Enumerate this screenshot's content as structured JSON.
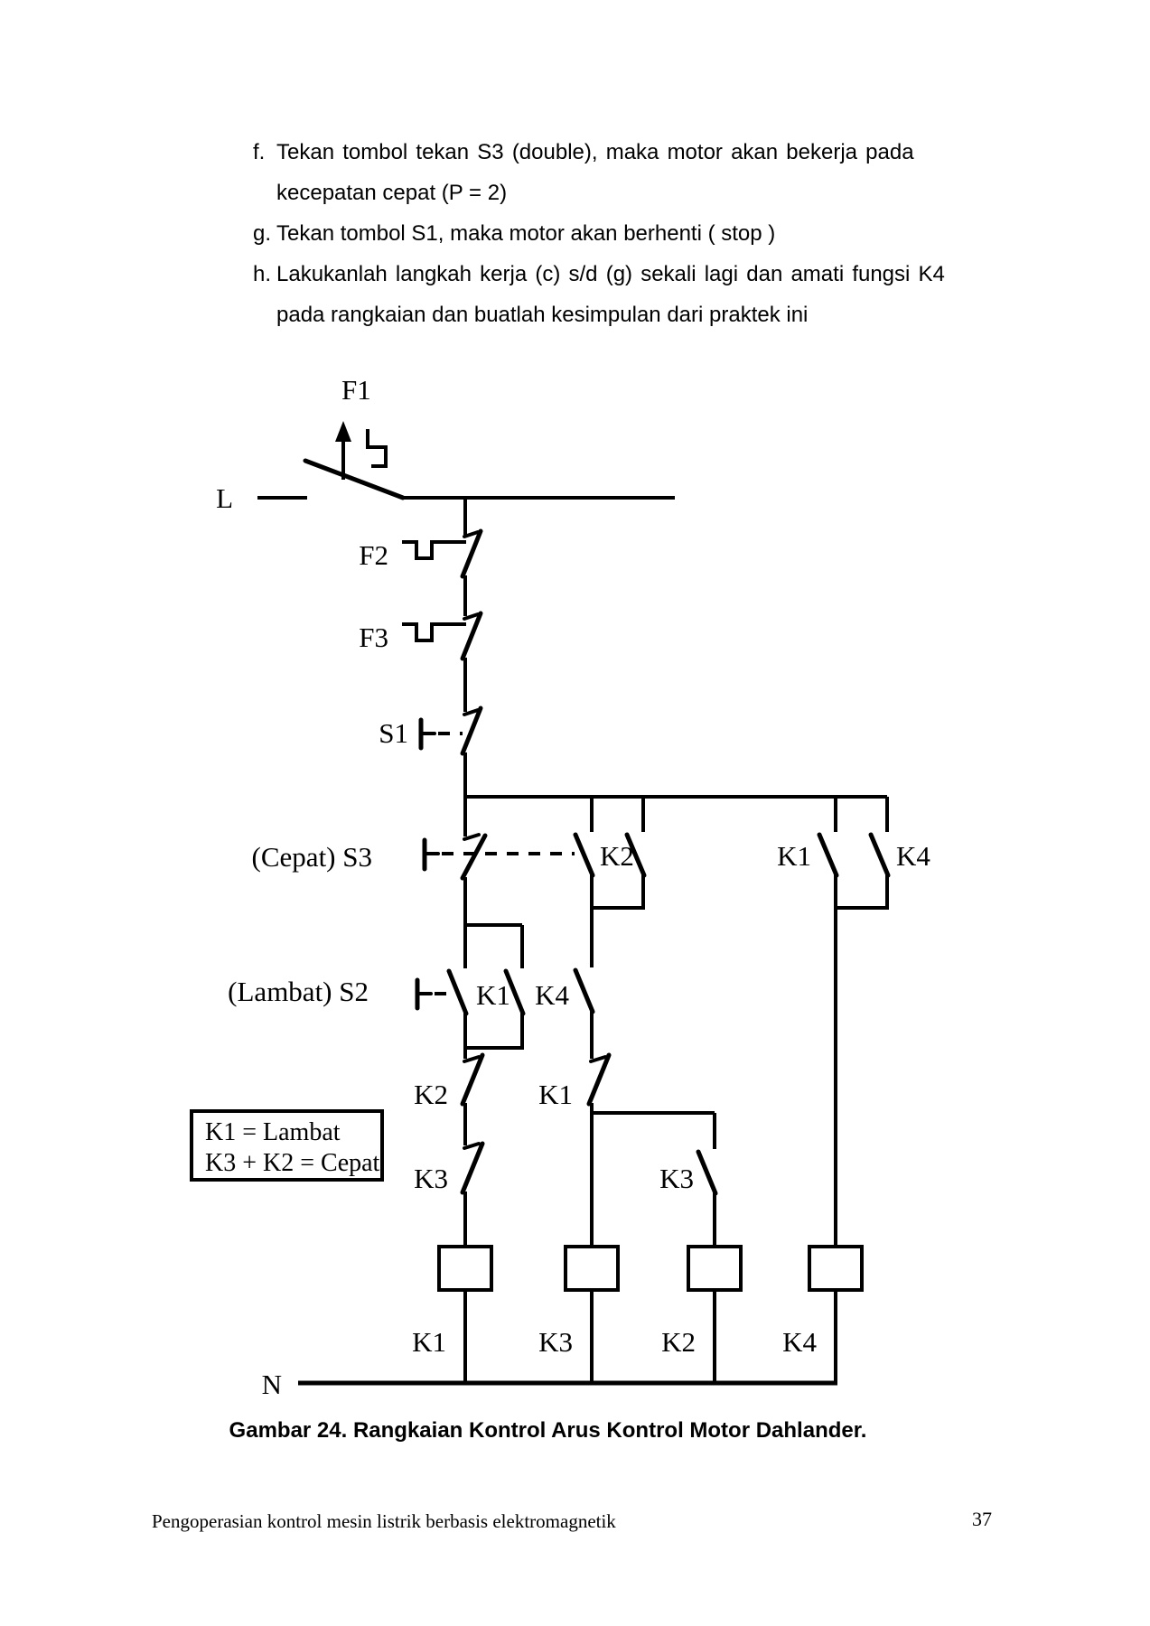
{
  "instructions": {
    "f": {
      "label": "f.",
      "line1": "Tekan tombol tekan S3 (double), maka motor akan bekerja pada",
      "line2": "kecepatan cepat (P = 2)"
    },
    "g": {
      "label": "g.",
      "line1": "Tekan tombol S1, maka motor akan berhenti ( stop )"
    },
    "h": {
      "label": "h.",
      "line1": "Lakukanlah langkah kerja (c) s/d (g) sekali lagi dan amati fungsi K4",
      "line2": "pada rangkaian dan buatlah kesimpulan dari praktek ini"
    }
  },
  "diagram": {
    "supply": {
      "line": "L",
      "neutral": "N"
    },
    "fuses": {
      "f1": "F1",
      "f2": "F2",
      "f3": "F3"
    },
    "buttons": {
      "stop": "S1",
      "fast": "(Cepat) S3",
      "slow": "(Lambat) S2"
    },
    "contacts": {
      "k2_pair": "K2",
      "k1_seal_fast": "K1",
      "k4_seal": "K4",
      "k1_seal_slow": "K1",
      "k4_interlock": "K4",
      "k1_interlock": "K1",
      "k2_interlock": "K2",
      "k3_interlock": "K3",
      "k3_no": "K3"
    },
    "coils": {
      "k1": "K1",
      "k3": "K3",
      "k2": "K2",
      "k4": "K4"
    },
    "legend": {
      "line1": "K1 = Lambat",
      "line2": "K3 + K2 = Cepat"
    }
  },
  "caption": "Gambar 24. Rangkaian Kontrol Arus Kontrol Motor Dahlander.",
  "footer": {
    "text": "Pengoperasian kontrol mesin listrik berbasis elektromagnetik",
    "page_number": "37"
  },
  "colors": {
    "ink": "#000000",
    "paper": "#ffffff"
  }
}
